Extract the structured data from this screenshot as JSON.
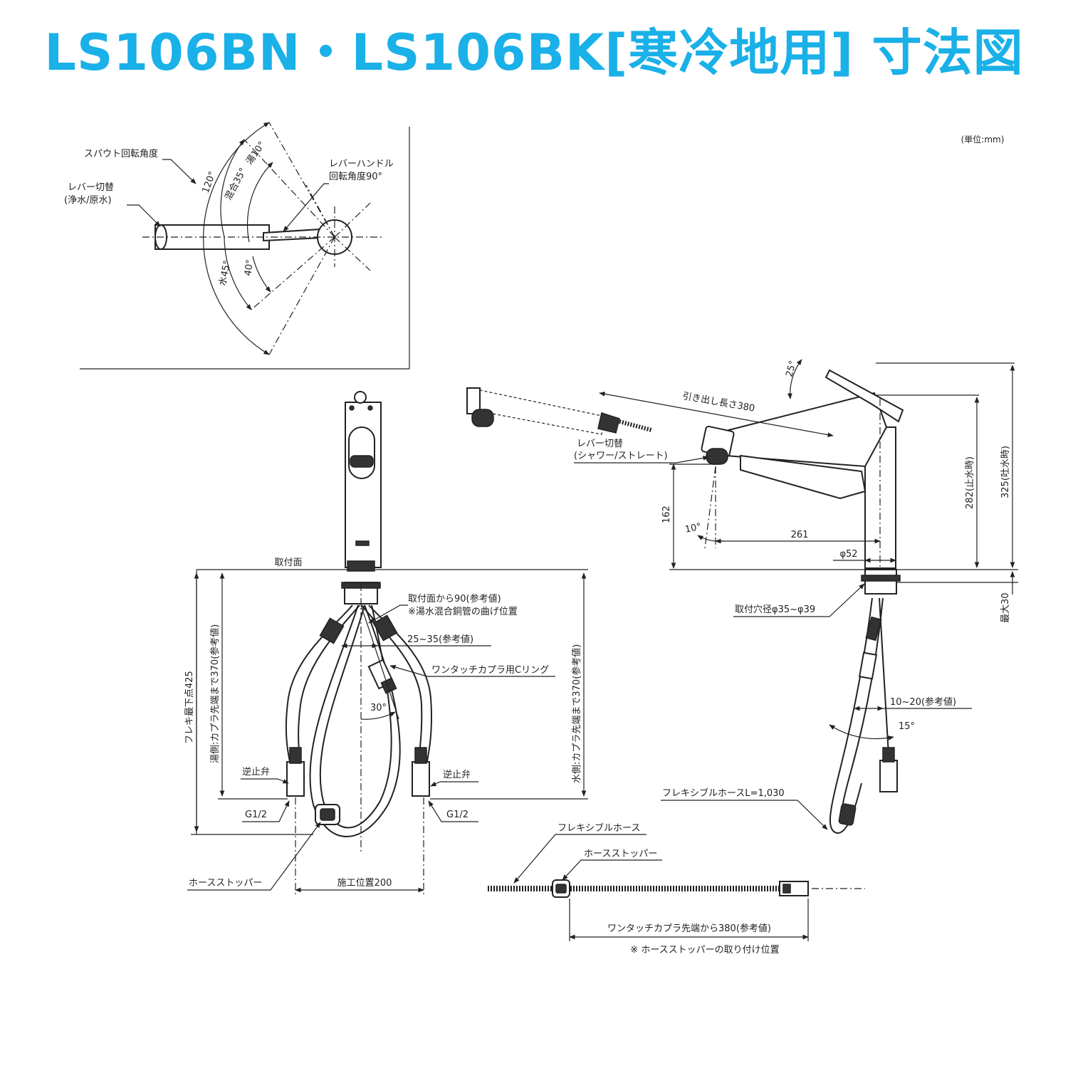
{
  "title": "LS106BN・LS106BK[寒冷地用] 寸法図",
  "unit": "(単位:mm)",
  "top_view": {
    "spout_angle": "スパウト回転角度",
    "lever_switch_line1": "レバー切替",
    "lever_switch_line2": "(浄水/原水)",
    "lever_handle_line1": "レバーハンドル",
    "lever_handle_line2": "回転角度90°",
    "angle_120": "120°",
    "angle_mix": "混合35°",
    "angle_hot": "湯10°",
    "angle_water": "水45°",
    "angle_40": "40°"
  },
  "front_view": {
    "mount_surface": "取付面",
    "from_mount_90": "取付面から90(参考値)",
    "bend_note": "※湯水混合銅管の曲げ位置",
    "range_25_35": "25~35(参考値)",
    "c_ring": "ワンタッチカプラ用Cリング",
    "flex_low_425": "フレキ最下点425",
    "hot_side_370": "湯側:カプラ先端まで370(参考値)",
    "water_side_370": "水側:カプラ先端まで370(参考値)",
    "angle_30": "30°",
    "check_valve_left": "逆止弁",
    "check_valve_right": "逆止弁",
    "g12_left": "G1/2",
    "g12_right": "G1/2",
    "hose_stopper": "ホースストッパー",
    "install_pitch": "施工位置200"
  },
  "side_view": {
    "angle_25": "25°",
    "pull_out_length": "引き出し長さ380",
    "lever_switch_line1": "レバー切替",
    "lever_switch_line2": "(シャワー/ストレート)",
    "dim_162": "162",
    "angle_10": "10°",
    "dim_261": "261",
    "dim_phi52": "φ52",
    "dim_282": "282(止水時)",
    "dim_325": "325(吐水時)",
    "max_30": "最大30",
    "mount_hole": "取付穴径φ35~φ39",
    "range_10_20": "10~20(参考値)",
    "angle_15": "15°",
    "flex_hose_len": "フレキシブルホースL=1,030"
  },
  "hose_detail": {
    "flex_hose": "フレキシブルホース",
    "hose_stopper": "ホースストッパー",
    "coupler_380": "ワンタッチカプラ先端から380(参考値)",
    "note": "※ ホースストッパーの取り付け位置"
  }
}
